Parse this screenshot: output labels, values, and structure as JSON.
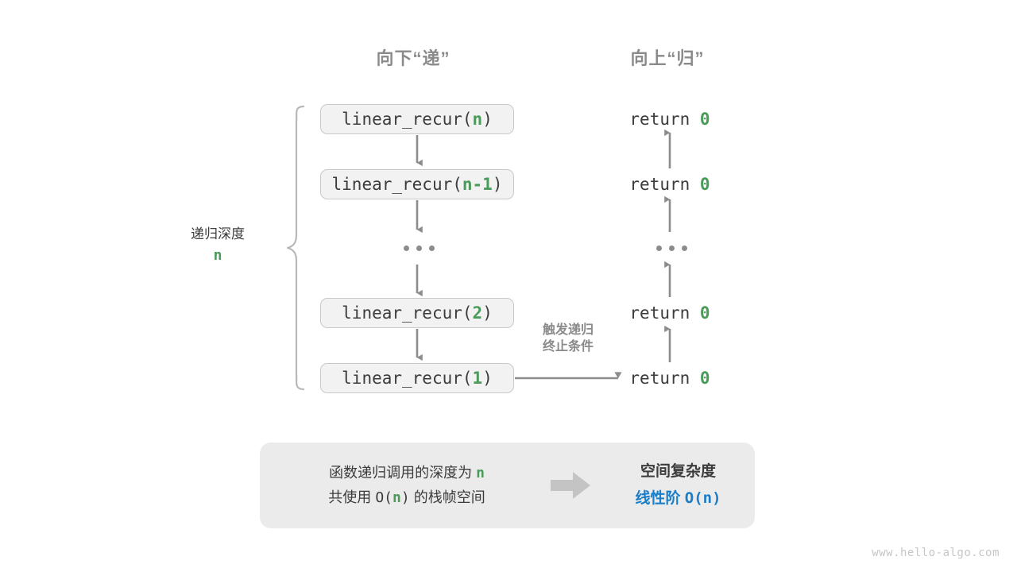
{
  "headers": {
    "down": "向下“递”",
    "up": "向上“归”"
  },
  "depth_label": {
    "text": "递归深度",
    "variable": "n"
  },
  "call_stack": [
    {
      "prefix": "linear_recur(",
      "arg": "n",
      "suffix": ")"
    },
    {
      "prefix": "linear_recur(",
      "arg": "n-1",
      "suffix": ")"
    },
    {
      "prefix": "linear_recur(",
      "arg": "2",
      "suffix": ")"
    },
    {
      "prefix": "linear_recur(",
      "arg": "1",
      "suffix": ")"
    }
  ],
  "returns": [
    {
      "keyword": "return",
      "value": "0"
    },
    {
      "keyword": "return",
      "value": "0"
    },
    {
      "keyword": "return",
      "value": "0"
    },
    {
      "keyword": "return",
      "value": "0"
    }
  ],
  "ellipsis": "...",
  "terminate_note": {
    "line1": "触发递归",
    "line2": "终止条件"
  },
  "summary": {
    "left_line1_a": "函数递归调用的深度为 ",
    "left_line1_b": "n",
    "left_line2_a": "共使用 ",
    "left_line2_b": "O(",
    "left_line2_c": "n",
    "left_line2_d": ")",
    "left_line2_e": " 的栈帧空间",
    "right_title": "空间复杂度",
    "right_value_label": "线性阶 ",
    "right_value_expr": "O(n)"
  },
  "watermark": "www.hello-algo.com",
  "colors": {
    "green": "#4a9a5a",
    "blue": "#1a7dc8",
    "gray_text": "#3c3c3c",
    "gray_muted": "#8a8a8a",
    "arrow": "#8c8c8c",
    "box_fill": "#f2f2f2",
    "box_border": "#c9c9c9",
    "panel_fill": "#ebebeb",
    "block_arrow": "#c4c4c4"
  }
}
